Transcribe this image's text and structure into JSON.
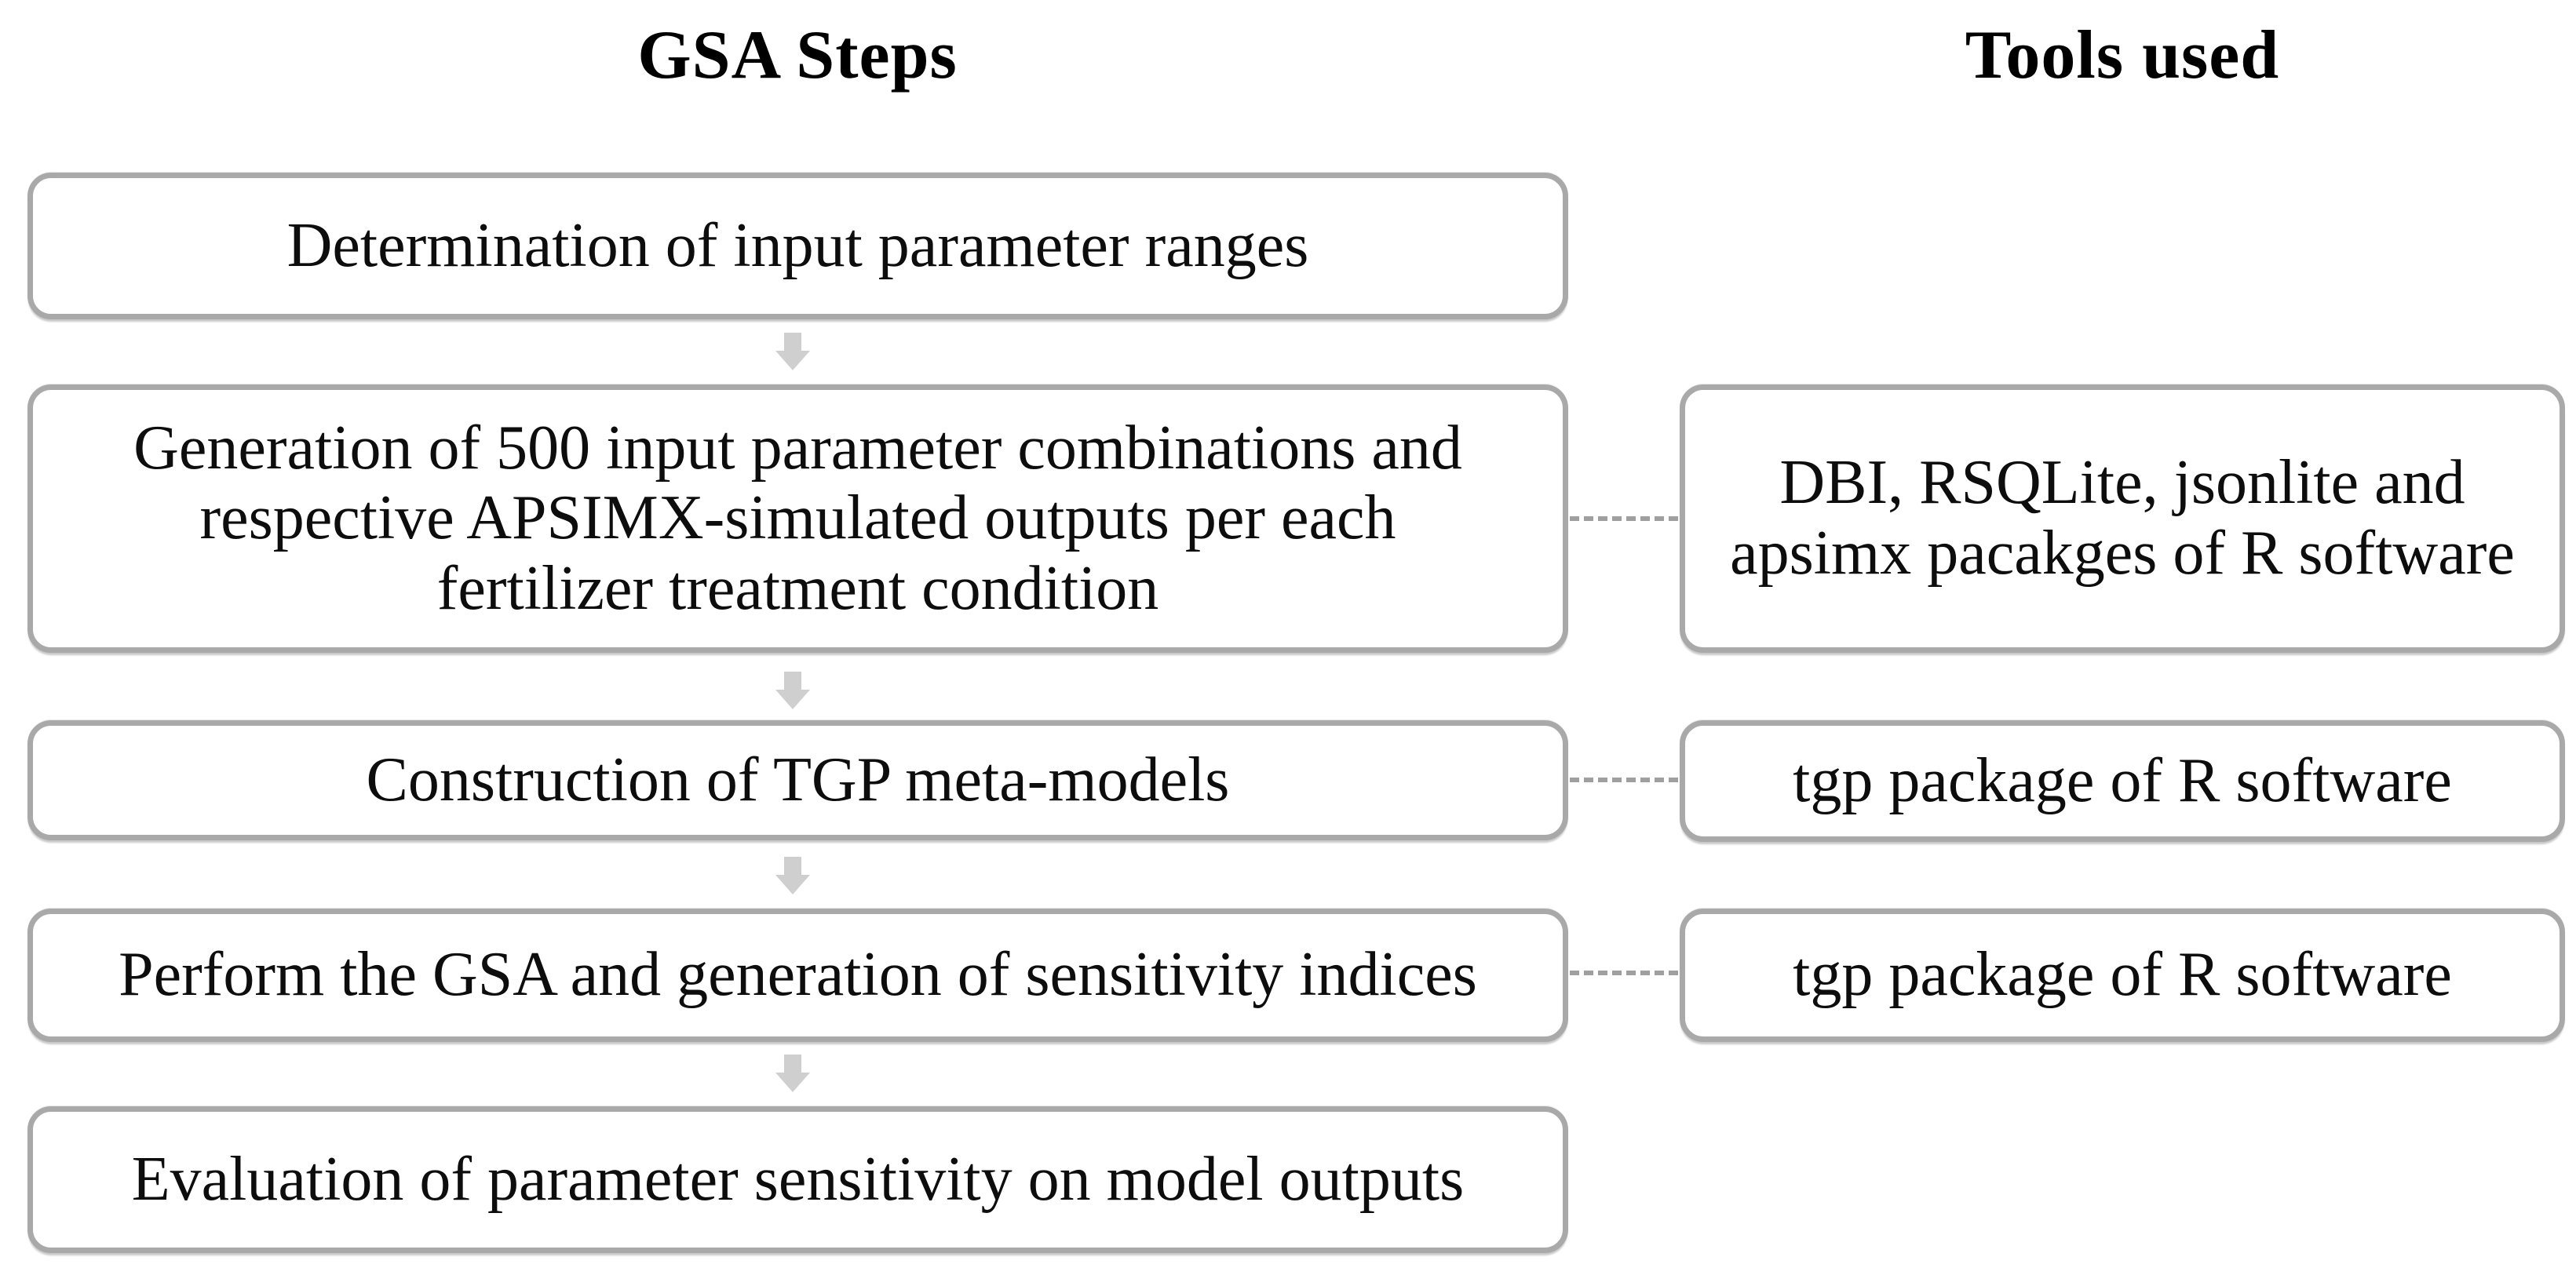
{
  "diagram": {
    "headers": {
      "left": "GSA Steps",
      "right": "Tools used"
    },
    "steps": [
      {
        "label": "Determination of input parameter ranges"
      },
      {
        "label": "Generation of 500 input parameter combinations and\nrespective APSIMX-simulated outputs per each\nfertilizer treatment condition",
        "tool": "DBI, RSQLite, jsonlite and\napsimx pacakges of R software"
      },
      {
        "label": "Construction of TGP meta-models",
        "tool": "tgp package of R software"
      },
      {
        "label": "Perform the GSA and generation of sensitivity indices",
        "tool": "tgp package of R software"
      },
      {
        "label": "Evaluation of parameter sensitivity on model outputs"
      }
    ],
    "colors": {
      "box_border": "#a9a9a9",
      "arrow_fill": "#cfcfcf",
      "dash_line": "#9f9f9f",
      "text": "#0d0d0d"
    }
  }
}
